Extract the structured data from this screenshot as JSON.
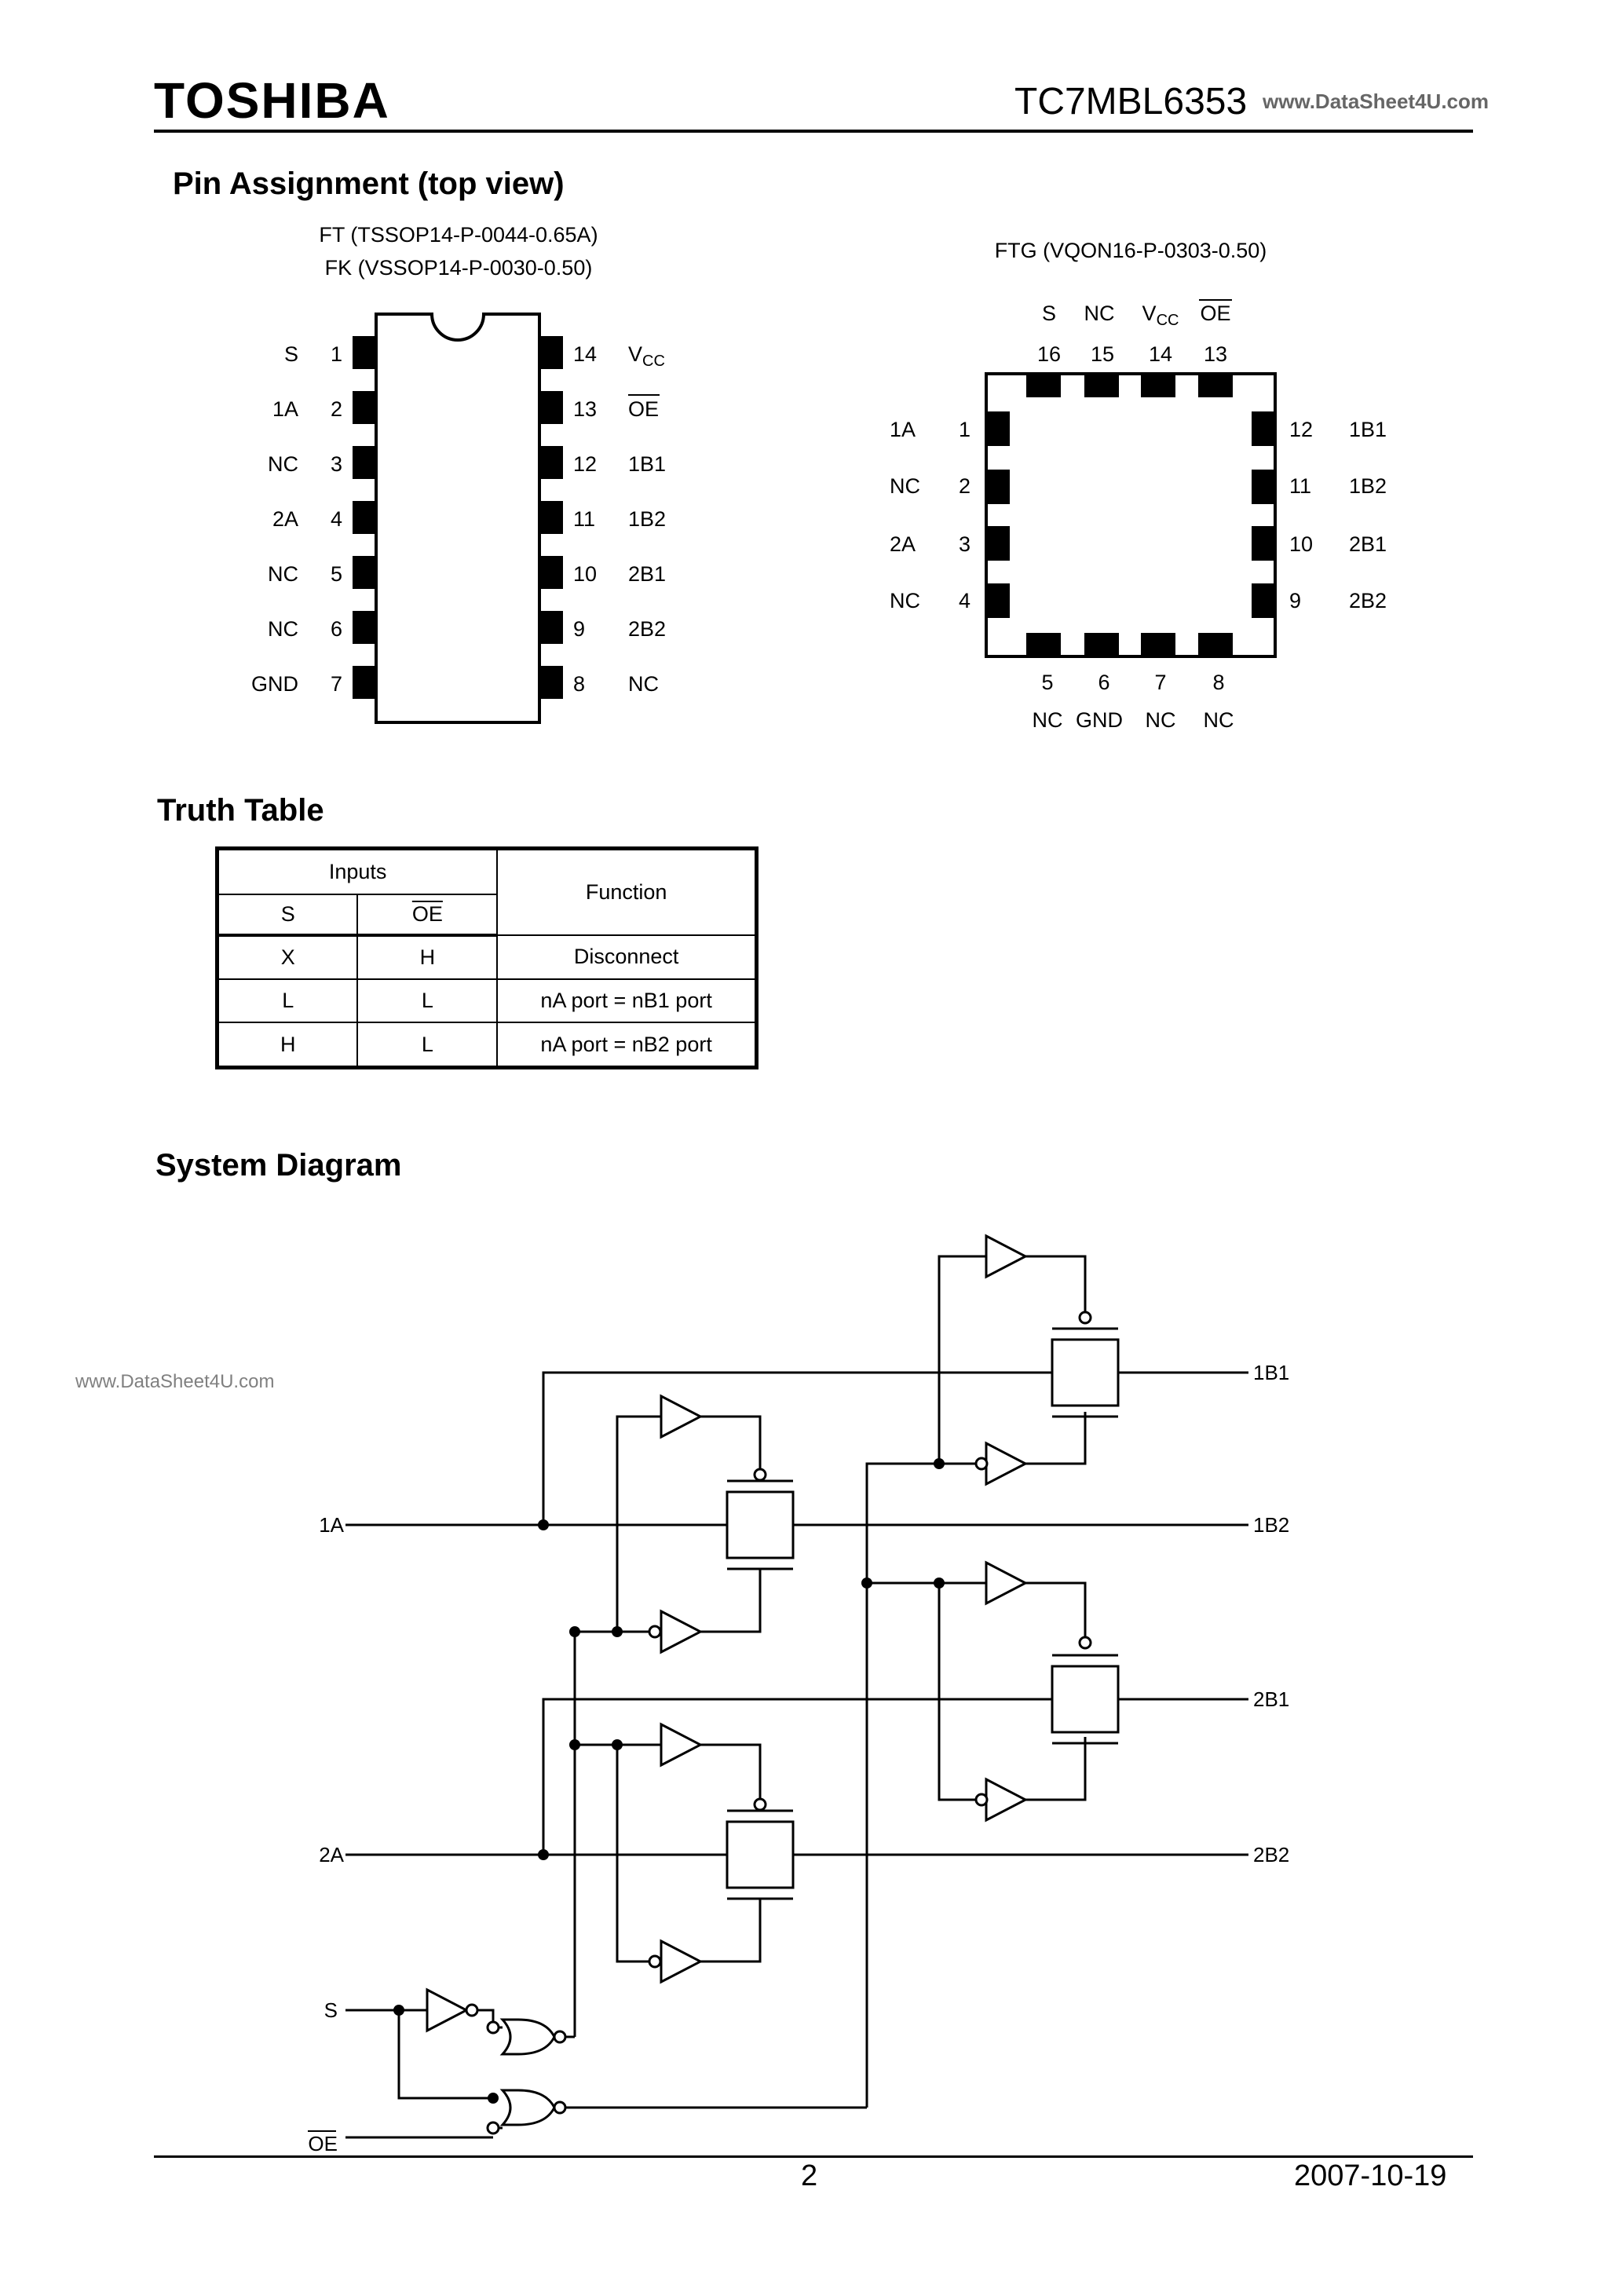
{
  "header": {
    "logo": "TOSHIBA",
    "part_number": "TC7MBL6353",
    "watermark": "www.DataSheet4U.com"
  },
  "pin_assignment": {
    "title": "Pin Assignment (top view)",
    "package_ft": "FT (TSSOP14-P-0044-0.65A)",
    "package_fk": "FK (VSSOP14-P-0030-0.50)",
    "package_ftg": "FTG (VQON16-P-0303-0.50)",
    "dip_left": [
      {
        "name": "S",
        "num": "1"
      },
      {
        "name": "1A",
        "num": "2"
      },
      {
        "name": "NC",
        "num": "3"
      },
      {
        "name": "2A",
        "num": "4"
      },
      {
        "name": "NC",
        "num": "5"
      },
      {
        "name": "NC",
        "num": "6"
      },
      {
        "name": "GND",
        "num": "7"
      }
    ],
    "dip_right": [
      {
        "num": "14",
        "name": "V",
        "sub": "CC"
      },
      {
        "num": "13",
        "name": "OE"
      },
      {
        "num": "12",
        "name": "1B1"
      },
      {
        "num": "11",
        "name": "1B2"
      },
      {
        "num": "10",
        "name": "2B1"
      },
      {
        "num": "9",
        "name": "2B2"
      },
      {
        "num": "8",
        "name": "NC"
      }
    ],
    "qfn_top": [
      {
        "name": "S",
        "num": "16"
      },
      {
        "name": "NC",
        "num": "15"
      },
      {
        "name": "V",
        "sub": "CC",
        "num": "14"
      },
      {
        "name": "OE",
        "num": "13"
      }
    ],
    "qfn_left": [
      {
        "name": "1A",
        "num": "1"
      },
      {
        "name": "NC",
        "num": "2"
      },
      {
        "name": "2A",
        "num": "3"
      },
      {
        "name": "NC",
        "num": "4"
      }
    ],
    "qfn_right": [
      {
        "num": "12",
        "name": "1B1"
      },
      {
        "num": "11",
        "name": "1B2"
      },
      {
        "num": "10",
        "name": "2B1"
      },
      {
        "num": "9",
        "name": "2B2"
      }
    ],
    "qfn_bottom": [
      {
        "num": "5",
        "name": "NC"
      },
      {
        "num": "6",
        "name": "GND"
      },
      {
        "num": "7",
        "name": "NC"
      },
      {
        "num": "8",
        "name": "NC"
      }
    ]
  },
  "truth_table": {
    "title": "Truth Table",
    "inputs_header": "Inputs",
    "function_header": "Function",
    "col_s": "S",
    "col_oe": "OE",
    "rows": [
      {
        "s": "X",
        "oe": "H",
        "function": "Disconnect"
      },
      {
        "s": "L",
        "oe": "L",
        "function": "nA port = nB1 port"
      },
      {
        "s": "H",
        "oe": "L",
        "function": "nA port = nB2 port"
      }
    ]
  },
  "system_diagram": {
    "title": "System Diagram",
    "labels": {
      "a1": "1A",
      "a2": "2A",
      "s": "S",
      "oe": "OE",
      "b11": "1B1",
      "b12": "1B2",
      "b21": "2B1",
      "b22": "2B2"
    }
  },
  "footer": {
    "page": "2",
    "date": "2007-10-19"
  }
}
